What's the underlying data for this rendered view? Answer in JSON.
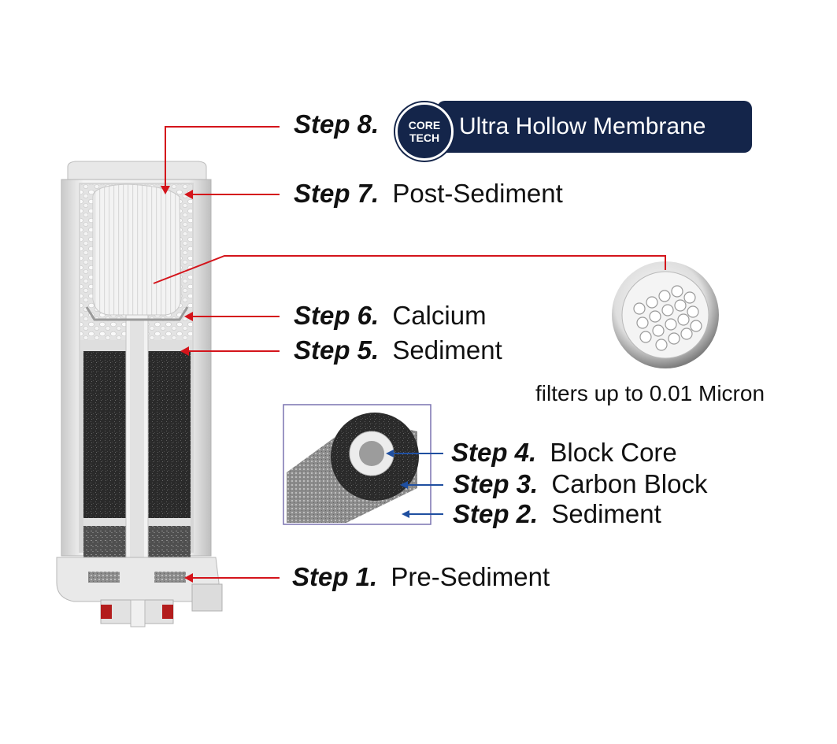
{
  "steps": [
    {
      "num": "Step 8.",
      "label": ""
    },
    {
      "num": "Step 7.",
      "label": "Post-Sediment"
    },
    {
      "num": "Step 6.",
      "label": "Calcium"
    },
    {
      "num": "Step 5.",
      "label": "Sediment"
    },
    {
      "num": "Step 4.",
      "label": "Block Core"
    },
    {
      "num": "Step 3.",
      "label": "Carbon Block"
    },
    {
      "num": "Step 2.",
      "label": "Sediment"
    },
    {
      "num": "Step 1.",
      "label": "Pre-Sediment"
    }
  ],
  "badge": {
    "line1": "CORE",
    "line2": "TECH",
    "title": "Ultra Hollow Membrane"
  },
  "membrane_note": "filters up to 0.01 Micron",
  "colors": {
    "leader_red": "#d4141b",
    "leader_blue": "#1f4fa0",
    "badge_navy": "#14254a",
    "inset_border": "#7a73b0"
  }
}
